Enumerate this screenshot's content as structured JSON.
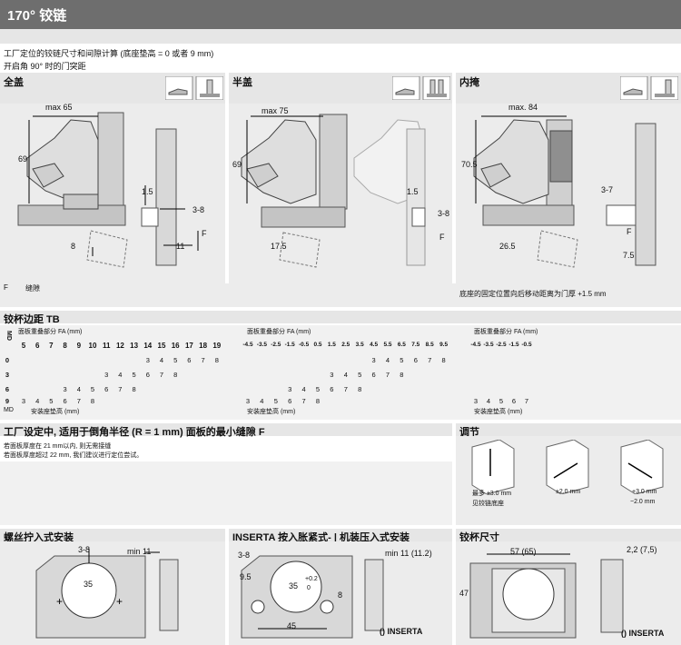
{
  "header": {
    "title": "170° 铰链"
  },
  "intro": {
    "line1": "工厂定位的铰链尺寸和间隙计算 (底座垫高 = 0 或者 9 mm)",
    "line2": "开启角 90° 时的门突距"
  },
  "overlay": {
    "title": "全盖",
    "dims": {
      "max": "max 65",
      "h": "69",
      "v1": "1.5",
      "r1": "3-8",
      "b1": "8",
      "b2": "11",
      "f": "F"
    }
  },
  "half_overlay": {
    "title": "半盖",
    "dims": {
      "max": "max 75",
      "h": "69",
      "v1": "1.5",
      "r1": "3-8",
      "b1": "17.5",
      "f": "F"
    }
  },
  "inset": {
    "title": "内掩",
    "dims": {
      "max": "max. 84",
      "h": "70.5",
      "r1": "3-7",
      "b1": "26.5",
      "b2": "7.5",
      "f": "F"
    },
    "note": "底座的固定位置向后移动距离为门厚 +1.5 mm"
  },
  "legend": {
    "key": "F",
    "value": "缝隙"
  },
  "tb": {
    "title": "铰杯边距 TB",
    "md_label": "MD",
    "fa_label": "面板重叠部分 FA (mm)",
    "md_footer": "MD",
    "footer_label": "安装座垫高 (mm)",
    "row_labels": [
      "0",
      "3",
      "6",
      "9"
    ],
    "overlay_cols": [
      "5",
      "6",
      "7",
      "8",
      "9",
      "10",
      "11",
      "12",
      "13",
      "14",
      "15",
      "16",
      "17",
      "18",
      "19"
    ],
    "overlay_rows": [
      [
        "",
        "",
        "",
        "",
        "",
        "",
        "",
        "",
        "",
        "3",
        "4",
        "5",
        "6",
        "7",
        "8"
      ],
      [
        "",
        "",
        "",
        "",
        "",
        "",
        "3",
        "4",
        "5",
        "6",
        "7",
        "8",
        "",
        "",
        ""
      ],
      [
        "",
        "",
        "",
        "3",
        "4",
        "5",
        "6",
        "7",
        "8",
        "",
        "",
        "",
        "",
        "",
        ""
      ],
      [
        "3",
        "4",
        "5",
        "6",
        "7",
        "8",
        "",
        "",
        "",
        "",
        "",
        "",
        "",
        "",
        ""
      ]
    ],
    "half_cols": [
      "-4.5",
      "-3.5",
      "-2.5",
      "-1.5",
      "-0.5",
      "0.5",
      "1.5",
      "2.5",
      "3.5",
      "4.5",
      "5.5",
      "6.5",
      "7.5",
      "8.5",
      "9.5"
    ],
    "half_rows": [
      [
        "",
        "",
        "",
        "",
        "",
        "",
        "",
        "",
        "",
        "3",
        "4",
        "5",
        "6",
        "7",
        "8"
      ],
      [
        "",
        "",
        "",
        "",
        "",
        "",
        "3",
        "4",
        "5",
        "6",
        "7",
        "8",
        "",
        "",
        ""
      ],
      [
        "",
        "",
        "",
        "3",
        "4",
        "5",
        "6",
        "7",
        "8",
        "",
        "",
        "",
        "",
        "",
        ""
      ],
      [
        "3",
        "4",
        "5",
        "6",
        "7",
        "8",
        "",
        "",
        "",
        "",
        "",
        "",
        "",
        "",
        ""
      ]
    ],
    "inset_cols": [
      "-4.5",
      "-3.5",
      "-2.5",
      "-1.5",
      "-0.5"
    ],
    "inset_rows": [
      [
        "",
        "",
        "",
        "",
        ""
      ],
      [
        "",
        "",
        "",
        "",
        ""
      ],
      [
        "",
        "",
        "",
        "",
        ""
      ],
      [
        "3",
        "4",
        "5",
        "6",
        "7"
      ]
    ]
  },
  "gap": {
    "title": "工厂设定中, 适用于倒角半径 (R = 1 mm) 面板的最小缝隙 F",
    "line1": "若面板厚度在 21 mm以内, 则无需接缝",
    "line2": "若面板厚度超过 22 mm, 我们建议进行定位尝试。"
  },
  "adjust": {
    "title": "调节",
    "a_label1": "最多 ±3.0 mm",
    "a_label2": "见铰链底座",
    "b_label": "±2.0 mm",
    "c_label1": "+3.0 mm",
    "c_label2": "−2.0 mm"
  },
  "screw": {
    "title": "螺丝拧入式安装",
    "d1": "3-8",
    "d2": "min 11",
    "d3": "35"
  },
  "inserta": {
    "title": "INSERTA 按入胀紧式- | 机装压入式安装",
    "d1": "3-8",
    "d2": "min 11 (11.2)",
    "d3": "35",
    "d4": "9.5",
    "d5": "+0.2",
    "d6": "0",
    "d7": "8",
    "d8": "45",
    "d9": "() INSERTA"
  },
  "cup": {
    "title": "铰杯尺寸",
    "d1": "57 (65)",
    "d2": "2,2 (7,5)",
    "d3": "47",
    "d4": "() INSERTA"
  }
}
